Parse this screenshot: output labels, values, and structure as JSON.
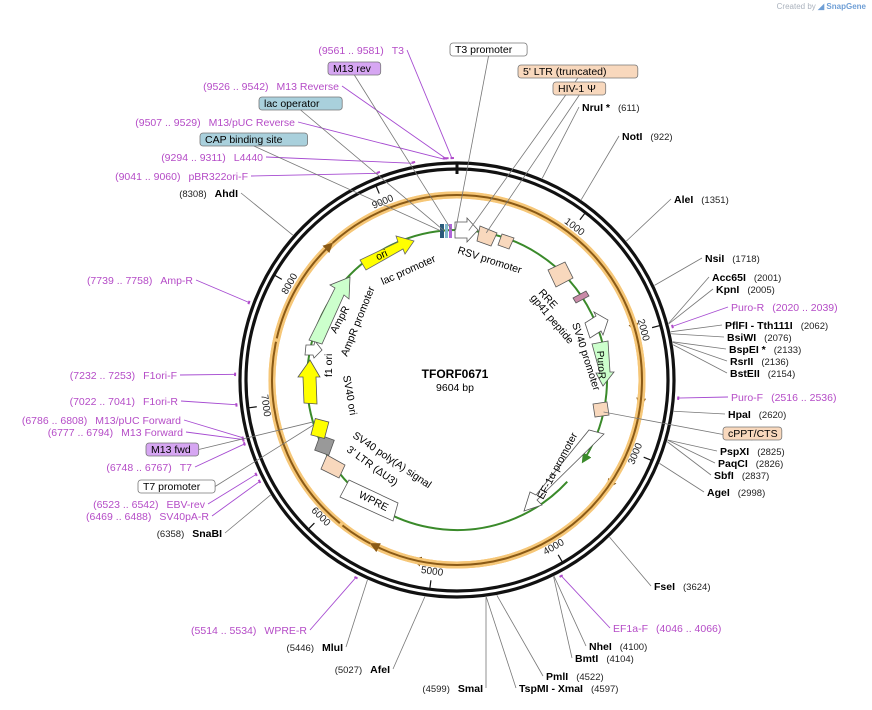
{
  "plasmid": {
    "name": "TFORF0671",
    "length_label": "9604 bp",
    "length": 9604
  },
  "credit": {
    "prefix": "Created by",
    "brand": "SnapGene"
  },
  "ticks": [
    {
      "pos": 1000,
      "label": "1000"
    },
    {
      "pos": 2000,
      "label": "2000"
    },
    {
      "pos": 3000,
      "label": "3000"
    },
    {
      "pos": 4000,
      "label": "4000"
    },
    {
      "pos": 5000,
      "label": "5000"
    },
    {
      "pos": 6000,
      "label": "6000"
    },
    {
      "pos": 7000,
      "label": "7000"
    },
    {
      "pos": 8000,
      "label": "8000"
    },
    {
      "pos": 9000,
      "label": "9000"
    }
  ],
  "enzymes": [
    {
      "name": "NruI",
      "star": true,
      "pos": 611,
      "num": "(611)"
    },
    {
      "name": "NotI",
      "pos": 922,
      "num": "(922)"
    },
    {
      "name": "AleI",
      "pos": 1351,
      "num": "(1351)"
    },
    {
      "name": "NsiI",
      "pos": 1718,
      "num": "(1718)"
    },
    {
      "name": "Acc65I",
      "pos": 2001,
      "num": "(2001)"
    },
    {
      "name": "KpnI",
      "pos": 2005,
      "num": "(2005)"
    },
    {
      "name": "PflFI - Tth111I",
      "pos": 2062,
      "num": "(2062)"
    },
    {
      "name": "BsiWI",
      "pos": 2076,
      "num": "(2076)"
    },
    {
      "name": "BspEI",
      "star": true,
      "pos": 2133,
      "num": "(2133)"
    },
    {
      "name": "RsrII",
      "pos": 2136,
      "num": "(2136)"
    },
    {
      "name": "BstEII",
      "pos": 2154,
      "num": "(2154)"
    },
    {
      "name": "HpaI",
      "pos": 2620,
      "num": "(2620)"
    },
    {
      "name": "PspXI",
      "pos": 2825,
      "num": "(2825)"
    },
    {
      "name": "PaqCI",
      "pos": 2826,
      "num": "(2826)"
    },
    {
      "name": "SbfI",
      "pos": 2837,
      "num": "(2837)"
    },
    {
      "name": "AgeI",
      "pos": 2998,
      "num": "(2998)"
    },
    {
      "name": "FseI",
      "pos": 3624,
      "num": "(3624)"
    },
    {
      "name": "NheI",
      "pos": 4100,
      "num": "(4100)"
    },
    {
      "name": "BmtI",
      "pos": 4104,
      "num": "(4104)"
    },
    {
      "name": "PmlI",
      "pos": 4522,
      "num": "(4522)"
    },
    {
      "name": "TspMI - XmaI",
      "pos": 4597,
      "num": "(4597)"
    },
    {
      "name": "SmaI",
      "pos": 4599,
      "num": "(4599)"
    },
    {
      "name": "AfeI",
      "pos": 5027,
      "num": "(5027)"
    },
    {
      "name": "MluI",
      "pos": 5446,
      "num": "(5446)"
    },
    {
      "name": "SnaBI",
      "pos": 6358,
      "num": "(6358)"
    },
    {
      "name": "AhdI",
      "pos": 8308,
      "num": "(8308)"
    }
  ],
  "primers": [
    {
      "name": "T3",
      "range": "(9561 .. 9581)"
    },
    {
      "name": "M13 Reverse",
      "range": "(9526 .. 9542)"
    },
    {
      "name": "M13/pUC Reverse",
      "range": "(9507 .. 9529)"
    },
    {
      "name": "L4440",
      "range": "(9294 .. 9311)"
    },
    {
      "name": "pBR322ori-F",
      "range": "(9041 .. 9060)"
    },
    {
      "name": "Amp-R",
      "range": "(7739 .. 7758)"
    },
    {
      "name": "F1ori-F",
      "range": "(7232 .. 7253)"
    },
    {
      "name": "F1ori-R",
      "range": "(7022 .. 7041)"
    },
    {
      "name": "M13/pUC Forward",
      "range": "(6786 .. 6808)"
    },
    {
      "name": "M13 Forward",
      "range": "(6777 .. 6794)"
    },
    {
      "name": "T7",
      "range": "(6748 .. 6767)"
    },
    {
      "name": "EBV-rev",
      "range": "(6523 .. 6542)"
    },
    {
      "name": "SV40pA-R",
      "range": "(6469 .. 6488)"
    },
    {
      "name": "WPRE-R",
      "range": "(5514 .. 5534)"
    },
    {
      "name": "Puro-R",
      "range": "(2020 .. 2039)"
    },
    {
      "name": "Puro-F",
      "range": "(2516 .. 2536)"
    },
    {
      "name": "EF1a-F",
      "range": "(4046 .. 4066)"
    }
  ],
  "boxed_labels": [
    {
      "name": "M13 rev",
      "fill": "#d6a6f2"
    },
    {
      "name": "lac operator",
      "fill": "#a9d0dc"
    },
    {
      "name": "CAP binding site",
      "fill": "#a9d0dc"
    },
    {
      "name": "T3 promoter",
      "fill": "#ffffff"
    },
    {
      "name": "5' LTR (truncated)",
      "fill": "#f8d8bd"
    },
    {
      "name": "HIV-1 Ψ",
      "fill": "#f8d8bd"
    },
    {
      "name": "cPPT/CTS",
      "fill": "#f8d8bd"
    },
    {
      "name": "M13 fwd",
      "fill": "#d6a6f2"
    },
    {
      "name": "T7 promoter",
      "fill": "#ffffff"
    }
  ],
  "features": {
    "ori": "ori",
    "lac_promoter": "lac promoter",
    "rsv_promoter": "RSV promoter",
    "rre": "RRE",
    "gp41": "gp41 peptide",
    "sv40_promoter": "SV40 promoter",
    "puror": "PuroR",
    "ef1a": "EF-1α promoter",
    "wpre": "WPRE",
    "ltr3": "3' LTR (ΔU3)",
    "sv40pa": "SV40 poly(A) signal",
    "sv40ori": "SV40 ori",
    "f1ori": "f1 ori",
    "ampr": "AmpR",
    "ampr_promoter": "AmpR promoter"
  },
  "colors": {
    "backbone": "#111111",
    "orf_arc": "#8a5a16",
    "orf_glow": "#f6c778",
    "ori_fill": "#ffff00",
    "ampr_fill": "#ccffcc",
    "puror_fill": "#ccffcc",
    "ltr_fill": "#f8d8bd",
    "primer": "#b54cc7",
    "ef1a_arc": "#3a8a2a"
  }
}
